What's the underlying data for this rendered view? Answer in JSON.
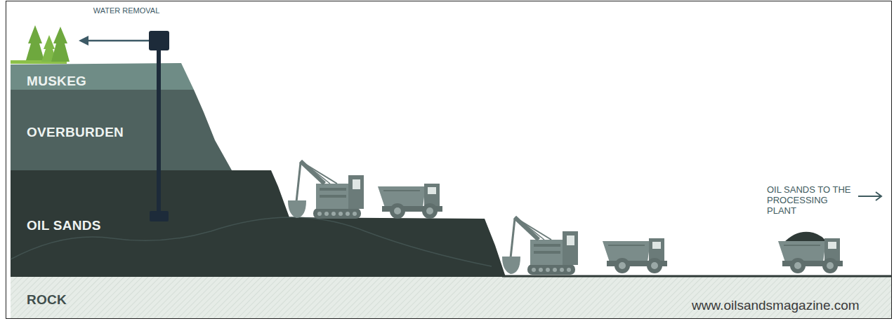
{
  "diagram": {
    "nodes": [
      {
        "text": [
          "MUSKEG"
        ]
      },
      {
        "text": [
          "OVERBURDEN"
        ]
      },
      {
        "text": [
          "OIL SANDS"
        ]
      },
      {
        "text": [
          "ROCK"
        ]
      }
    ],
    "labels": [
      "WATER REMOVAL",
      "OIL SANDS TO THE PROCESSING PLANT",
      "www.oilsandsmagazine.com"
    ]
  }
}
